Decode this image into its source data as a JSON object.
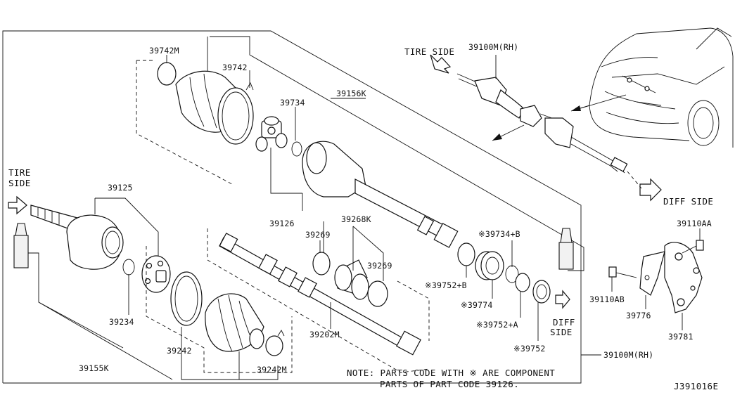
{
  "labels": {
    "p39742M": "39742M",
    "p39742": "39742",
    "p39734": "39734",
    "p39156K": "39156K",
    "p39100M_top": "39100M(RH)",
    "tire_side_top": "TIRE SIDE",
    "tire_side_left_1": "TIRE",
    "tire_side_left_2": "SIDE",
    "p39125": "39125",
    "p39126": "39126",
    "p39269a": "39269",
    "p39268K": "39268K",
    "p39269b": "39269",
    "p39734B": "※39734+B",
    "p39752B": "※39752+B",
    "p39774": "※39774",
    "p39752A": "※39752+A",
    "p39752": "※39752",
    "diff_side_mid_1": "DIFF",
    "diff_side_mid_2": "SIDE",
    "diff_side_right": "DIFF SIDE",
    "p39234": "39234",
    "p39242": "39242",
    "p39242M": "39242M",
    "p39155K": "39155K",
    "p39202M": "39202M",
    "p39100M_bottom": "39100M(RH)",
    "p39110AA": "39110AA",
    "p39110AB": "39110AB",
    "p39776": "39776",
    "p39781": "39781",
    "note_line1": "NOTE: PARTS CODE WITH ※ ARE COMPONENT",
    "note_line2": "PARTS OF PART CODE 39126.",
    "diagram_code": "J391016E"
  }
}
